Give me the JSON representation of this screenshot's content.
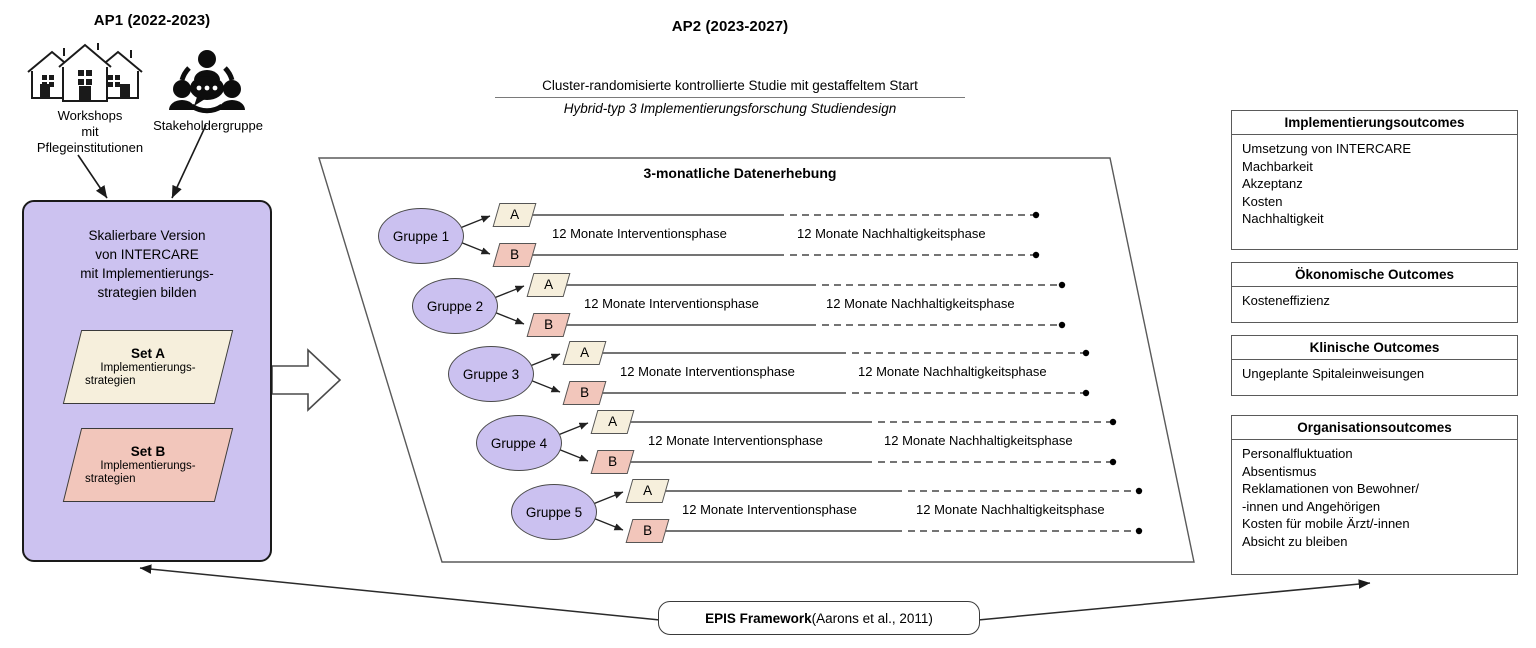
{
  "ap1": {
    "title": "AP1 (2022-2023)",
    "workshops_icon": "houses-icon",
    "workshops_label_lines": [
      "Workshops",
      "mit",
      "Pflegeinstitutionen"
    ],
    "stakeholder_icon": "stakeholder-group-icon",
    "stakeholder_label": "Stakeholdergruppe",
    "box_lines": [
      "Skalierbare Version",
      "von INTERCARE",
      "mit Implementierungs-",
      "strategien bilden"
    ],
    "set_a": {
      "title": "Set A",
      "sub_lines": [
        "Implementierungs-",
        "strategien"
      ],
      "color": "#f6efdc"
    },
    "set_b": {
      "title": "Set B",
      "sub_lines": [
        "Implementierungs-",
        "strategien"
      ],
      "color": "#f2c6bb"
    },
    "box_color": "#ccc2f0"
  },
  "ap2": {
    "title": "AP2 (2023-2027)",
    "subtitle1": "Cluster-randomisierte kontrollierte Studie mit gestaffeltem Start",
    "subtitle2": "Hybrid-typ 3 Implementierungsforschung Studiendesign",
    "section_title": "3-monatliche Datenerhebung",
    "phase_intervention": "12 Monate Interventionsphase",
    "phase_sustainability": "12 Monate Nachhaltigkeitsphase",
    "arm_a_label": "A",
    "arm_b_label": "B",
    "groups": [
      {
        "label": "Gruppe 1"
      },
      {
        "label": "Gruppe 2"
      },
      {
        "label": "Gruppe 3"
      },
      {
        "label": "Gruppe 4"
      },
      {
        "label": "Gruppe 5"
      }
    ]
  },
  "outcomes": [
    {
      "heading": "Implementierungsoutcomes",
      "items": [
        "Umsetzung von INTERCARE",
        "Machbarkeit",
        "Akzeptanz",
        "Kosten",
        "Nachhaltigkeit"
      ]
    },
    {
      "heading": "Ökonomische Outcomes",
      "items": [
        "Kosteneffizienz"
      ]
    },
    {
      "heading": "Klinische Outcomes",
      "items": [
        "Ungeplante Spitaleinweisungen"
      ]
    },
    {
      "heading": "Organisationsoutcomes",
      "items": [
        "Personalfluktuation",
        "Absentismus",
        "Reklamationen von Bewohner/",
        "-innen und Angehörigen",
        "Kosten für mobile Ärzt/-innen",
        "Absicht zu bleiben"
      ]
    }
  ],
  "footer": {
    "epis_bold": "EPIS Framework",
    "epis_rest": " (Aarons et al., 2011)"
  }
}
